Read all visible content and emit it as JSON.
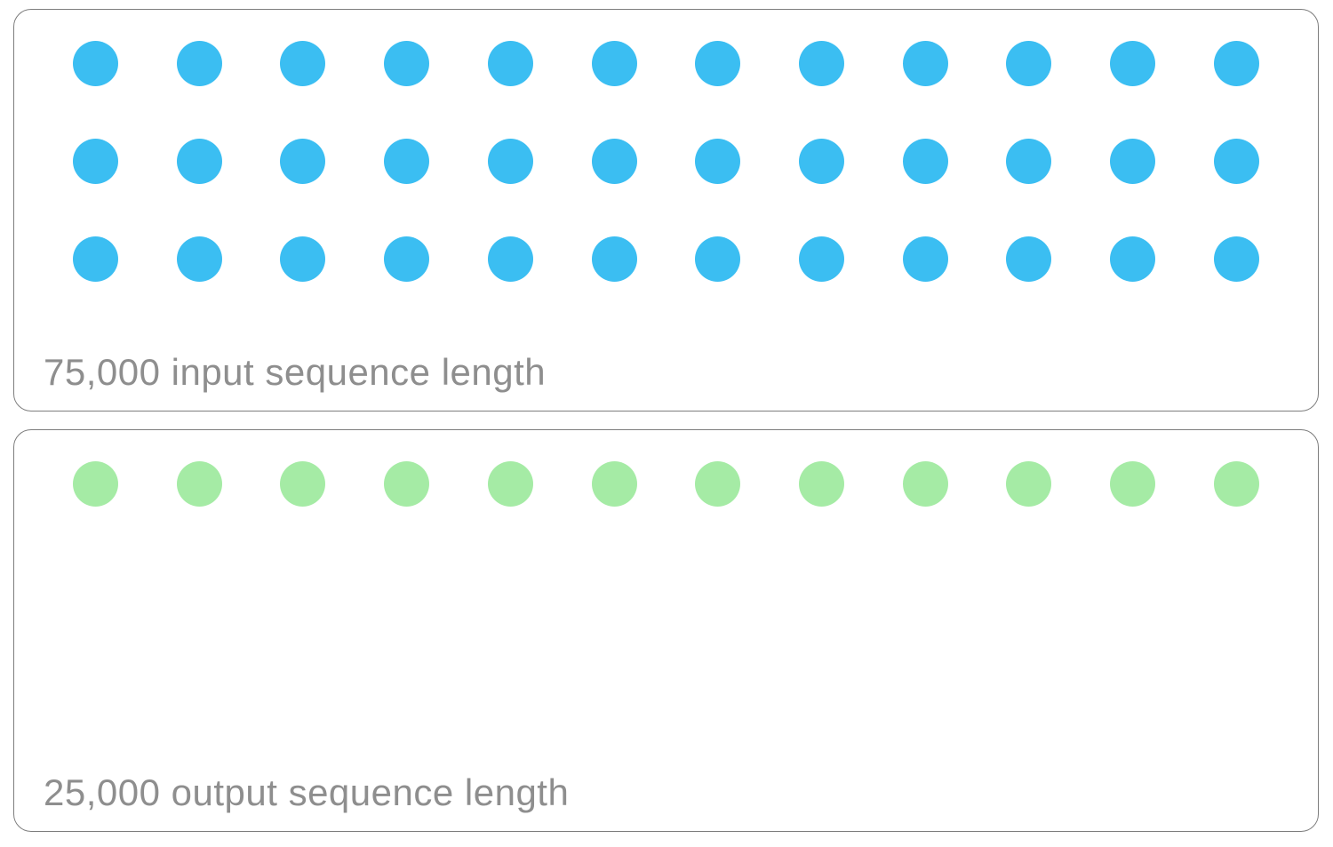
{
  "chart_data": {
    "type": "pictogram",
    "description": "Comparison of input vs output sequence lengths shown as unit dots",
    "dot_shape": "circle",
    "series": [
      {
        "name": "input",
        "label": "75,000 input sequence length",
        "value": 75000,
        "dot_count": 36,
        "rows": 3,
        "dots_per_row": 12,
        "dot_color": "#3bbef2"
      },
      {
        "name": "output",
        "label": "25,000 output sequence length",
        "value": 25000,
        "dot_count": 12,
        "rows": 1,
        "dots_per_row": 12,
        "dot_color": "#a5eba5"
      }
    ],
    "legend_position": "none",
    "grid": false
  },
  "styles": {
    "background": "#ffffff",
    "border_color": "#7d7d7d",
    "label_color": "#8e8e8e"
  }
}
